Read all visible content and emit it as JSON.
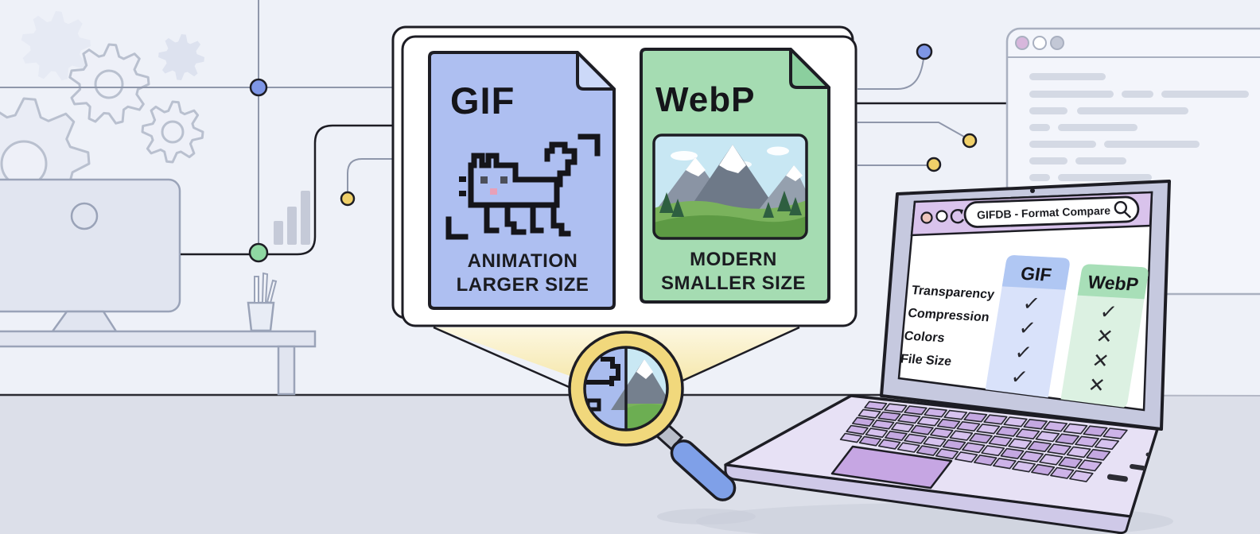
{
  "illustration": {
    "gif_card": {
      "title": "GIF",
      "caption_line1": "ANIMATION",
      "caption_line2": "LARGER SIZE",
      "paper_color": "#aebff1",
      "fold_color": "#ccd9f8"
    },
    "webp_card": {
      "title": "WebP",
      "caption_line1": "MODERN",
      "caption_line2": "SMALLER SIZE",
      "paper_color": "#a5dcb2",
      "fold_color": "#8bcf9e"
    },
    "laptop": {
      "browser_url": "GIFDB - Format Compare",
      "table": {
        "columns": [
          {
            "label": "GIF",
            "header_color": "#b0c7f3",
            "body_color": "#d9e2fa"
          },
          {
            "label": "WebP",
            "header_color": "#a8dfb8",
            "body_color": "#dcf1e2"
          }
        ],
        "rows": [
          {
            "label": "Transparency",
            "gif": "✓",
            "webp": "✓"
          },
          {
            "label": "Compression",
            "gif": "✓",
            "webp": "✕"
          },
          {
            "label": "Colors",
            "gif": "✓",
            "webp": "✕"
          },
          {
            "label": "File Size",
            "gif": "✓",
            "webp": "✕"
          }
        ]
      }
    },
    "icons": {
      "pixel_cat": "pixel-cat-icon",
      "mountain_photo": "mountain-photo-icon",
      "magnifier": "magnifying-glass-icon",
      "search": "search-icon",
      "refresh": "refresh-icon",
      "gear": "gear-icon",
      "bar_chart": "bar-chart-icon",
      "monitor": "desktop-monitor-icon"
    },
    "colors": {
      "wall": "#eef1f8",
      "floor": "#dcdfe9",
      "beam_top": "#fdf8e3",
      "beam_bottom": "#f5e6a8",
      "magnifier_rim": "#f1d87c",
      "magnifier_handle": "#7fa0e8",
      "laptop_body": "#e7e1f5",
      "laptop_keys": "#cdb3e8",
      "browser_bar": "#d9c3ec",
      "outline": "#1d1d24"
    }
  }
}
